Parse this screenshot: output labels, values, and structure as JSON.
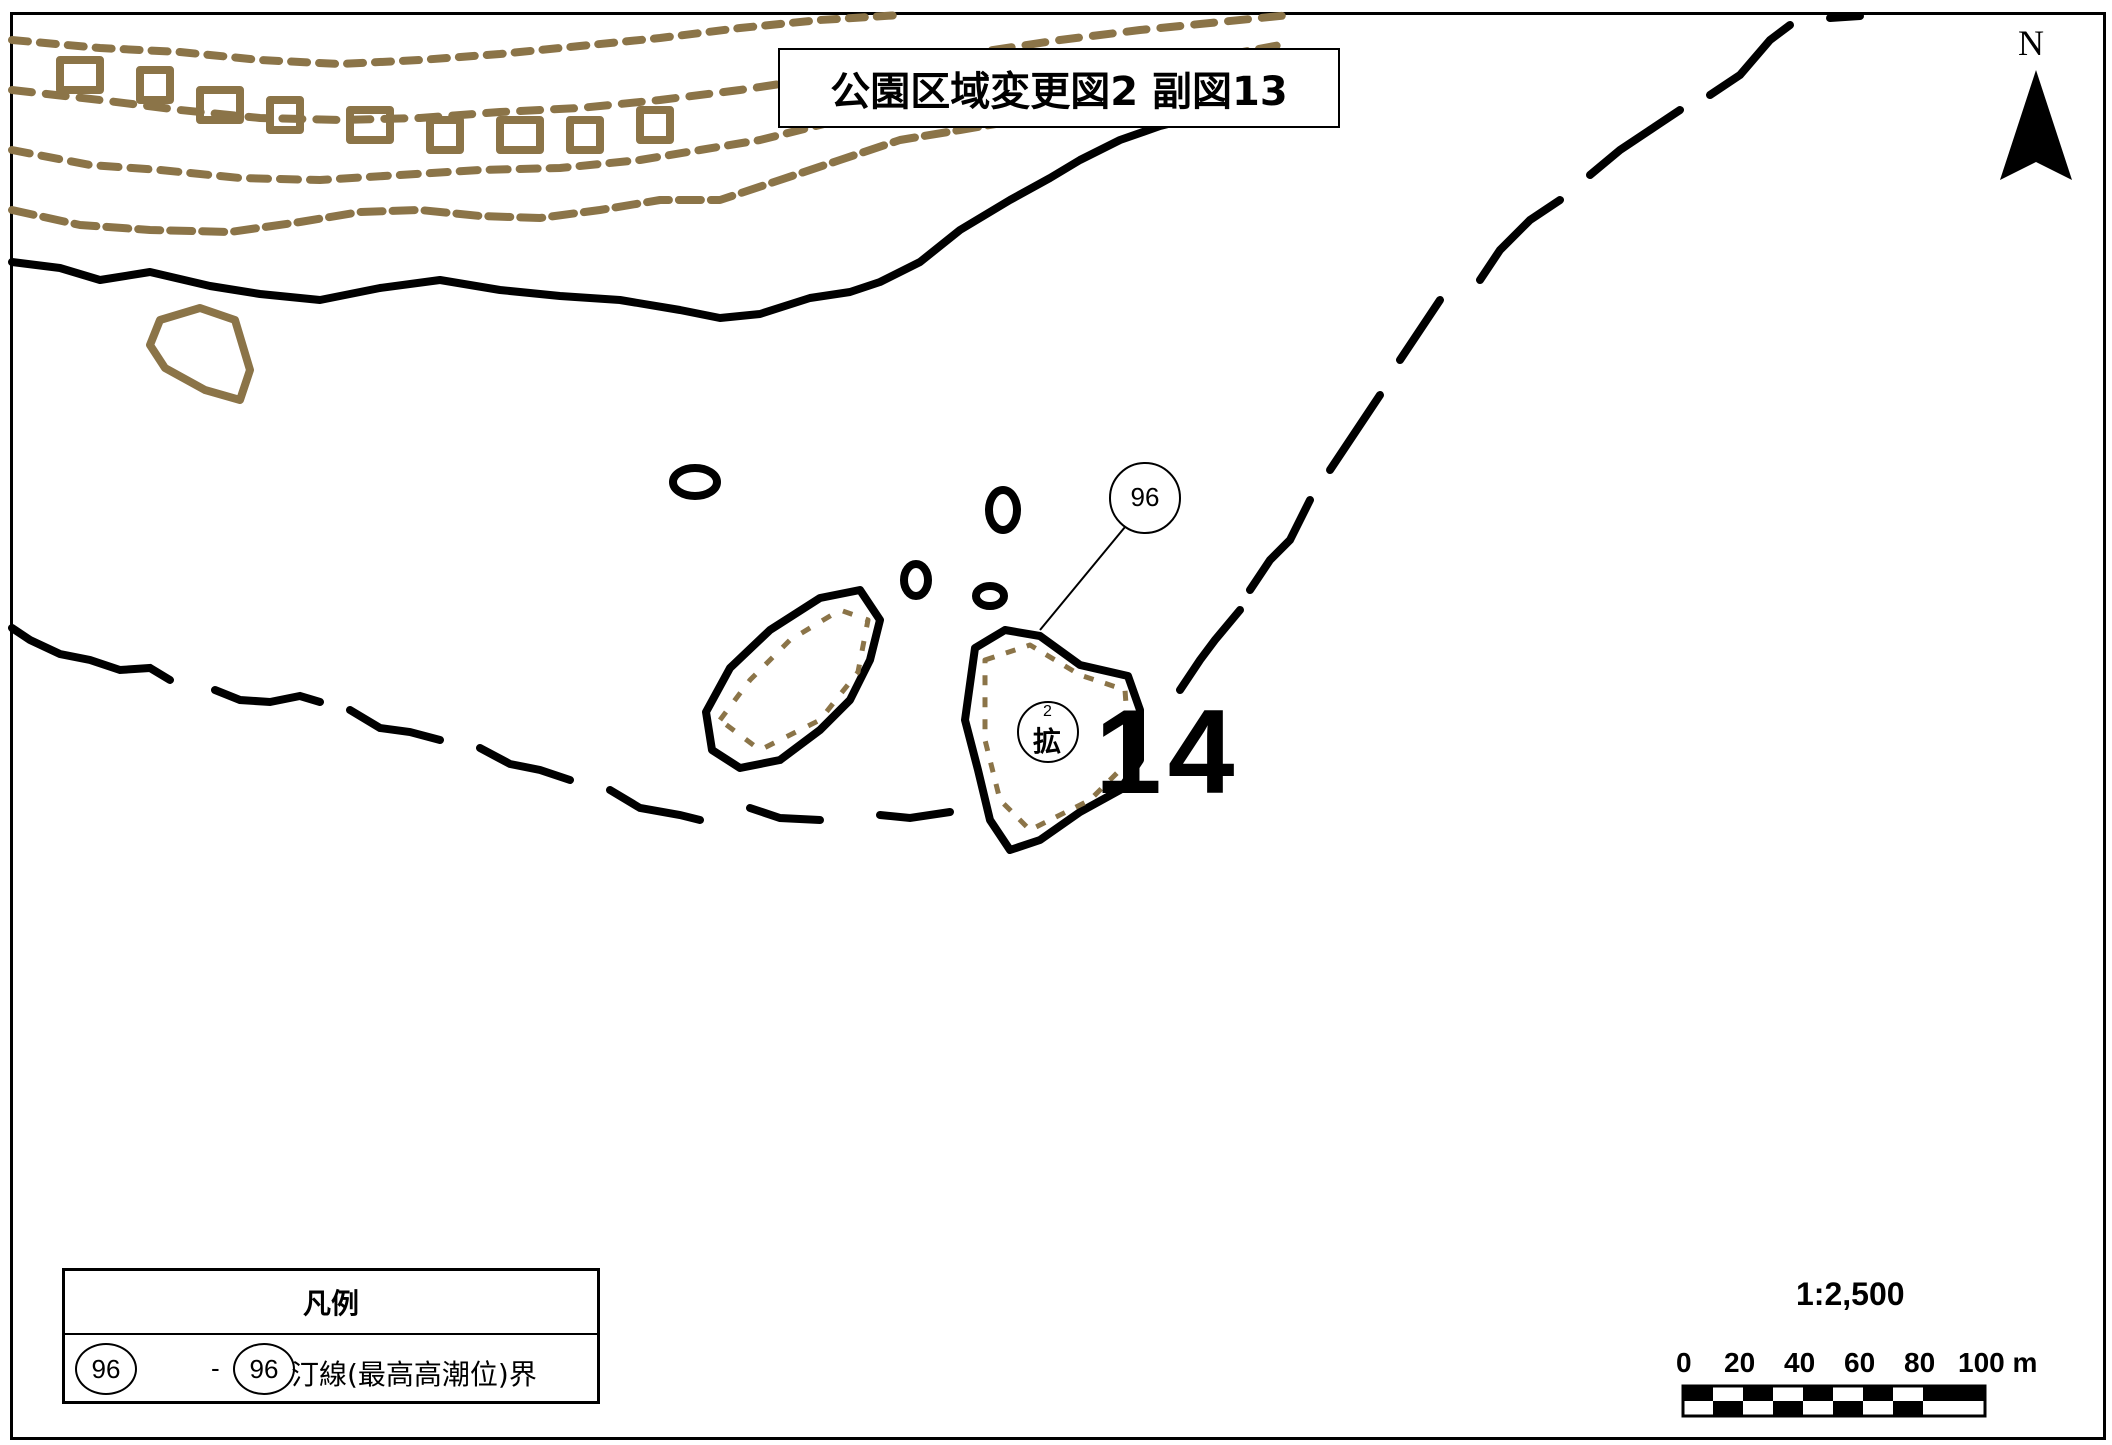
{
  "map": {
    "title": "公園区域変更図2  副図13",
    "north_label": "N",
    "callout_label": "96",
    "expansion_superscript": "2",
    "expansion_label": "拡",
    "area_number": "14",
    "colors": {
      "land": "#8b7448",
      "line": "#000000",
      "background": "#ffffff"
    }
  },
  "legend": {
    "title": "凡例",
    "items": [
      {
        "symbol_start": "96",
        "dash": "-",
        "symbol_end": "96",
        "label": "汀線(最高高潮位)界"
      }
    ]
  },
  "scale": {
    "ratio": "1:2,500",
    "ticks": [
      "0",
      "20",
      "40",
      "60",
      "80",
      "100 m"
    ]
  }
}
